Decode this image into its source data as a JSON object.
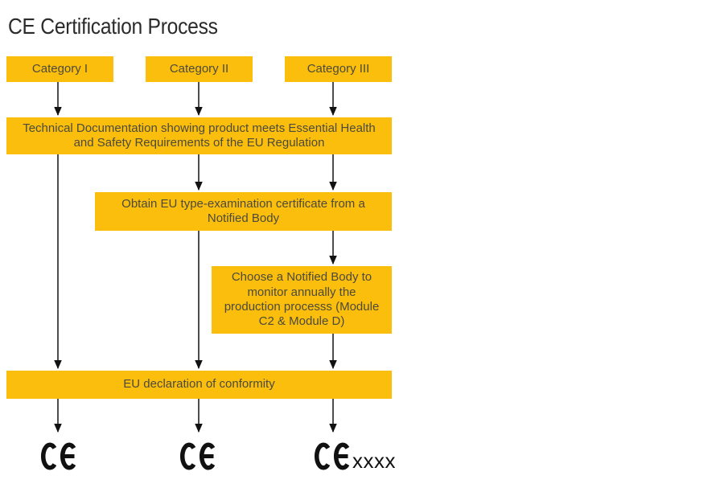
{
  "title": "CE Certification Process",
  "colors": {
    "box_fill": "#FBBE0D",
    "box_text": "#4B4A3C",
    "title_text": "#2B2B2B",
    "arrow": "#121212"
  },
  "flowchart": {
    "categories": [
      "Category I",
      "Category II",
      "Category III"
    ],
    "technical_documentation": "Technical Documentation showing product meets Essential Health\nand Safety Requirements of the EU Regulation",
    "type_examination": "Obtain EU type-examination certificate from a\nNotified Body",
    "notified_body_monitoring": "Choose a Notified Body to\nmonitor annually the\nproduction processs (Module\nC2 & Module D)",
    "declaration": "EU declaration of conformity",
    "ce_marks": [
      {
        "label": "CE",
        "suffix": ""
      },
      {
        "label": "CE",
        "suffix": ""
      },
      {
        "label": "CE",
        "suffix": "xxxx"
      }
    ]
  }
}
